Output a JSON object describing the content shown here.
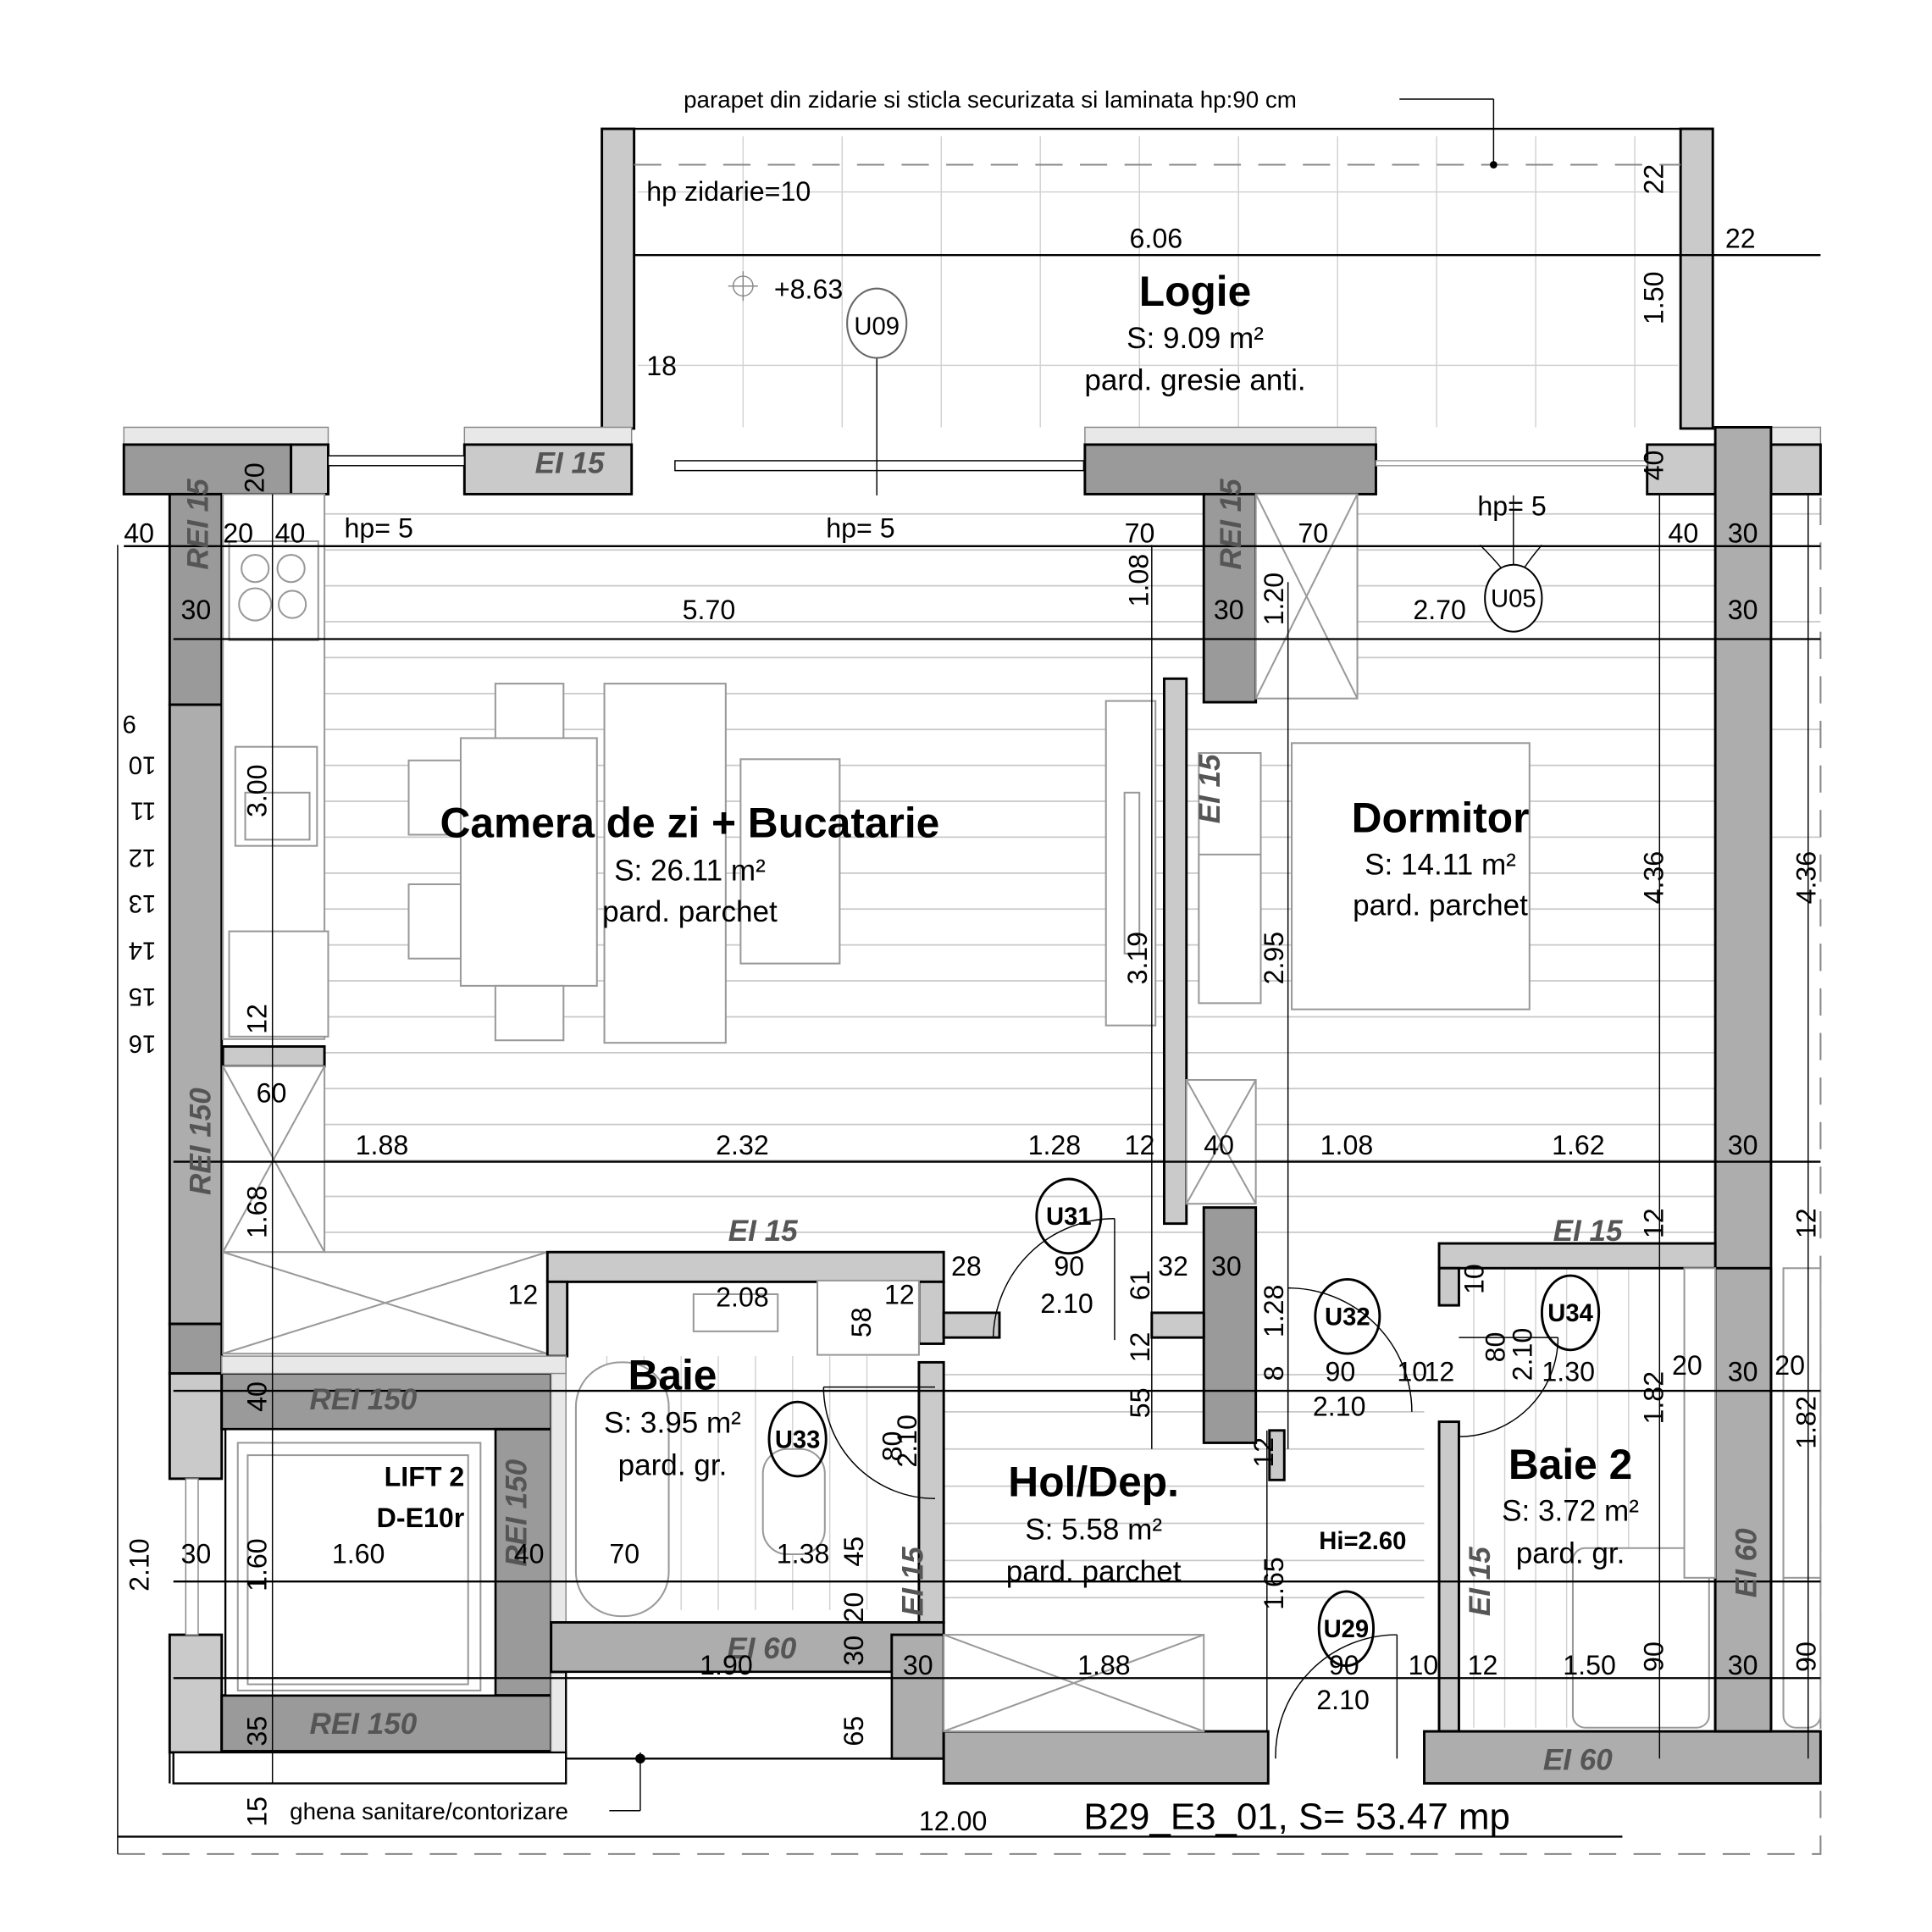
{
  "drawing": {
    "sheet_title": "B29_E3_01, S= 53.47 mp",
    "overall_width": "12.00",
    "parapet_note": "parapet din zidarie si sticla securizata si laminata hp:90 cm",
    "masonry_note": "hp zidarie=10",
    "elevation": "+8.63",
    "shaft_note": "ghena sanitare/contorizare",
    "height_note": "Hi=2.60"
  },
  "rooms": [
    {
      "id": "logie",
      "name": "Logie",
      "area": "S: 9.09 m²",
      "floor": "pard. gresie anti."
    },
    {
      "id": "living",
      "name": "Camera de zi + Bucatarie",
      "area": "S: 26.11 m²",
      "floor": "pard. parchet"
    },
    {
      "id": "dormitor",
      "name": "Dormitor",
      "area": "S: 14.11 m²",
      "floor": "pard. parchet"
    },
    {
      "id": "baie",
      "name": "Baie",
      "area": "S: 3.95 m²",
      "floor": "pard. gr."
    },
    {
      "id": "hol",
      "name": "Hol/Dep.",
      "area": "S: 5.58 m²",
      "floor": "pard. parchet"
    },
    {
      "id": "baie2",
      "name": "Baie 2",
      "area": "S: 3.72 m²",
      "floor": "pard. gr."
    },
    {
      "id": "lift",
      "name": "LIFT 2",
      "code": "D-E10r"
    }
  ],
  "door_tags": [
    "U09",
    "U05",
    "U31",
    "U32",
    "U33",
    "U34",
    "U29"
  ],
  "fire_ratings": {
    "ei15": "EI 15",
    "ei60": "EI 60",
    "rei15": "REI 15",
    "rei150": "REI 150"
  },
  "window_heights": {
    "hp1": "hp= 5",
    "hp2": "hp= 5",
    "hp3": "hp= 5"
  },
  "dimensions": {
    "logie_width": "6.06",
    "logie_depth": "1.50",
    "logie_22a": "22",
    "logie_22b": "22",
    "logie_18": "18",
    "logie_40": "40",
    "top_40a": "40",
    "top_20": "20",
    "top_20b": "20",
    "top_40b": "40",
    "top_70a": "70",
    "top_70b": "70",
    "top_40c": "40",
    "top_30": "30",
    "row2_30a": "30",
    "row2_570": "5.70",
    "row2_30b": "30",
    "row2_270": "2.70",
    "row2_30c": "30",
    "v_108": "1.08",
    "v_120": "1.20",
    "v_300": "3.00",
    "v_12": "12",
    "v_60": "60",
    "v_168": "1.68",
    "v_319": "3.19",
    "v_295": "2.95",
    "v_436a": "4.36",
    "v_436b": "4.36",
    "mid_188": "1.88",
    "mid_232": "2.32",
    "mid_128": "1.28",
    "mid_12": "12",
    "mid_40": "40",
    "mid_108": "1.08",
    "mid_162": "1.62",
    "mid_30": "30",
    "b_12a": "12",
    "b_208": "2.08",
    "b_12b": "12",
    "b_58": "58",
    "b_28": "28",
    "b_90a": "90",
    "b_210a": "2.10",
    "b_61": "61",
    "b_32": "32",
    "b_30": "30",
    "b_12c": "12",
    "b_55": "55",
    "b_80a": "80",
    "b_210b": "2.10",
    "b_128": "1.28",
    "b_8": "8",
    "b_90b": "90",
    "b_10a": "10",
    "b_12d": "12",
    "b_80b": "80",
    "b_210c": "2.10",
    "b_130": "1.30",
    "b_210d": "2.10",
    "b_10b": "10",
    "b_182a": "1.82",
    "b_20a": "20",
    "b_30b": "30",
    "b_20b": "20",
    "b_182b": "1.82",
    "b_12e": "12",
    "b_12f": "12",
    "l_40": "40",
    "l_210": "2.10",
    "l_30": "30",
    "l_160a": "1.60",
    "l_160b": "1.60",
    "l_40b": "40",
    "l_70": "70",
    "l_138": "1.38",
    "l_45": "45",
    "l_20": "20",
    "l_30b": "30",
    "l_190": "1.90",
    "l_65": "65",
    "l_35": "35",
    "l_15": "15",
    "h_165": "1.65",
    "h_12": "12",
    "h_30a": "30",
    "h_188": "1.88",
    "h_90": "90",
    "h_10": "10",
    "h_210": "2.10",
    "h_12b": "12",
    "h_150": "1.50",
    "h_90b": "90",
    "h_30b": "30",
    "h_90c": "90"
  },
  "stair_numbers": [
    "9",
    "10",
    "11",
    "12",
    "13",
    "14",
    "15",
    "16"
  ],
  "colors": {
    "wall_dark": "#9a9a9a",
    "wall_mid": "#adadad",
    "wall_light": "#cacaca",
    "fire_label": "#555555",
    "floor_lines": "#c8c8c8"
  }
}
